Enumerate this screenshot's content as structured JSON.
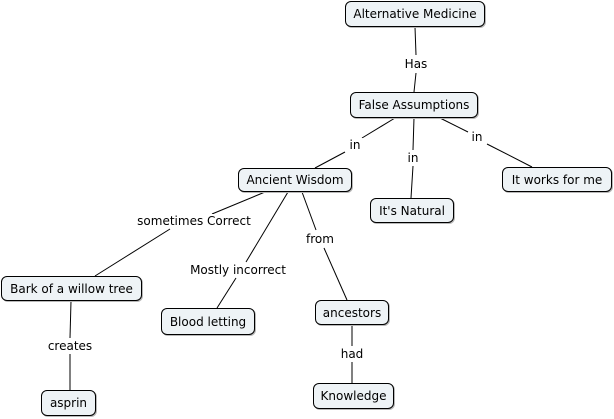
{
  "nodes": {
    "alternative_medicine": "Alternative Medicine",
    "false_assumptions": "False Assumptions",
    "ancient_wisdom": "Ancient Wisdom",
    "its_natural": "It's Natural",
    "it_works_for_me": "It works for me",
    "bark_of_willow_tree": "Bark of a willow tree",
    "blood_letting": "Blood letting",
    "ancestors": "ancestors",
    "asprin": "asprin",
    "knowledge": "Knowledge"
  },
  "links": {
    "has": "Has",
    "in_ancient": "in",
    "in_natural": "in",
    "in_works": "in",
    "sometimes_correct": "sometimes Correct",
    "mostly_incorrect": "Mostly incorrect",
    "from": "from",
    "creates": "creates",
    "had": "had"
  }
}
